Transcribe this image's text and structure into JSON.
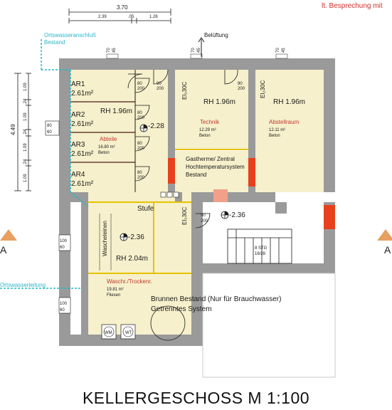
{
  "drawing": {
    "title": "KELLERGESCHOSS   M 1:100",
    "note": "lt. Besprechung mit",
    "dimensions": {
      "top_total": "3.70",
      "top_segments": [
        "2.39",
        ".05",
        "1.26"
      ],
      "left_total": "4.49",
      "left_segments": [
        "1.09",
        ".24",
        "1.09",
        ".24",
        "1.09",
        ".24",
        "1.09"
      ],
      "opening_80_60": [
        "80",
        "60"
      ],
      "opening_100_60_a": [
        "100",
        "60"
      ],
      "opening_100_60_b": [
        "100",
        "60"
      ],
      "vent_70_45": [
        "70",
        "45"
      ]
    },
    "labels": {
      "water_connection": "Ortswasseranschluß Bestand",
      "water_connection_line1": "Ortswasseranschluß",
      "water_connection_line2": "Bestand",
      "ventilation": "Belüftung",
      "water_pipe": "Ortswasserleitung",
      "step": "Stufe",
      "well": "Brunnen Bestand  (Nur für Brauchwasser)",
      "well_line2": "Getrenntes System",
      "stairs": "8 STG",
      "stairs_ratio": "16/28",
      "section_a": "A",
      "wm": "WM",
      "wt": "WT",
      "wash_line": "Wascheleinen"
    },
    "rooms": [
      {
        "name": "AR1",
        "area": "2.61m²"
      },
      {
        "name": "AR2",
        "area": "2.61m²"
      },
      {
        "name": "AR3",
        "area": "2.61m²"
      },
      {
        "name": "AR4",
        "area": "2.61m²"
      },
      {
        "name": "Abteile",
        "area": "16.80 m²",
        "floor": "Beton",
        "height": "RH 1.96m",
        "level": "-2.28"
      },
      {
        "name": "Technik",
        "area": "12.29 m²",
        "floor": "Beton",
        "height": "RH 1.96m"
      },
      {
        "name": "Abstellraum",
        "area": "12.11 m²",
        "floor": "Beton",
        "height": "RH 1.96m"
      },
      {
        "name": "Waschr./Trockenr.",
        "area": "19.81 m²",
        "floor": "Fliesen",
        "height": "RH 2.04m",
        "level": "-2.36"
      }
    ],
    "technik_system": [
      "Gastherme/ Zentral",
      "Hochtemperatursystem",
      "Bestand"
    ],
    "doors": {
      "d80_200": [
        "80",
        "200"
      ],
      "d90_200": [
        "90",
        "200"
      ],
      "fire": "EI₂30C"
    },
    "hall_level": "-2.36"
  },
  "colors": {
    "wall": "#9a9a9a",
    "room_fill": "#f6f0cc",
    "line": "#1a1a1a",
    "cyan": "#29b6c8",
    "red_room": "#c0392b",
    "orange_block": "#e8401c",
    "yellow_line": "#e6c300"
  }
}
